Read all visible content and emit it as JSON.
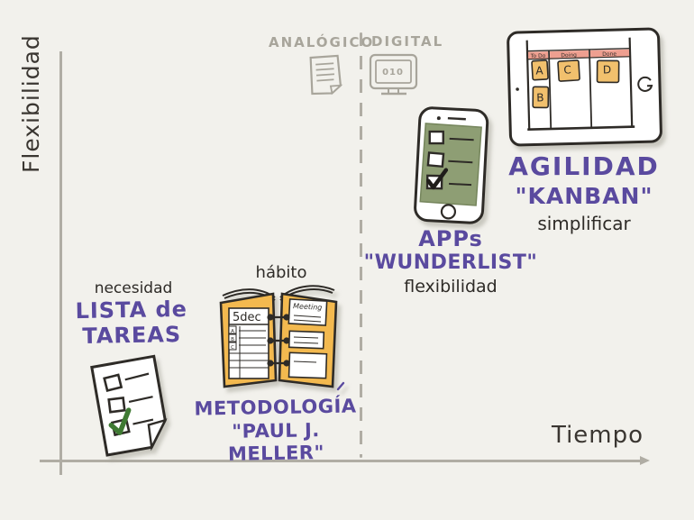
{
  "axes": {
    "y_label": "Flexibilidad",
    "x_label": "Tiempo"
  },
  "regions": {
    "analog": "ANALÓGICO",
    "digital": "DIGITAL",
    "monitor_text": "010"
  },
  "items": {
    "tareas": {
      "note": "necesidad",
      "title_line1": "LISTA de",
      "title_line2": "TAREAS"
    },
    "metodologia": {
      "note": "hábito",
      "title_line1": "METODOLOGÍA",
      "title_line2": "\"PAUL J. MELLER\""
    },
    "apps": {
      "title_line1": "APPs",
      "title_line2": "\"WUNDERLIST\"",
      "note": "flexibilidad"
    },
    "agilidad": {
      "title_line1": "AGILIDAD",
      "title_line2": "\"KANBAN\"",
      "note": "simplificar"
    }
  },
  "planner": {
    "page_header": "5dec",
    "tabs": [
      "A",
      "B",
      "C"
    ],
    "sticky_note": "Meeting"
  },
  "kanban": {
    "columns": [
      "To Do",
      "Doing",
      "Done"
    ],
    "cards": [
      "A",
      "B",
      "C",
      "D"
    ]
  },
  "colors": {
    "background": "#f2f1ec",
    "purple": "#5a4a9f",
    "ink": "#2e2b27",
    "gray_labels": "#a8a59b",
    "axis_gray": "#b0ada4",
    "sticky_orange": "#f1c06d",
    "planner_orange": "#f3b94f",
    "header_salmon": "#ec8f7d",
    "screen_green": "#8e9e74",
    "check_green": "#3f7a33"
  }
}
